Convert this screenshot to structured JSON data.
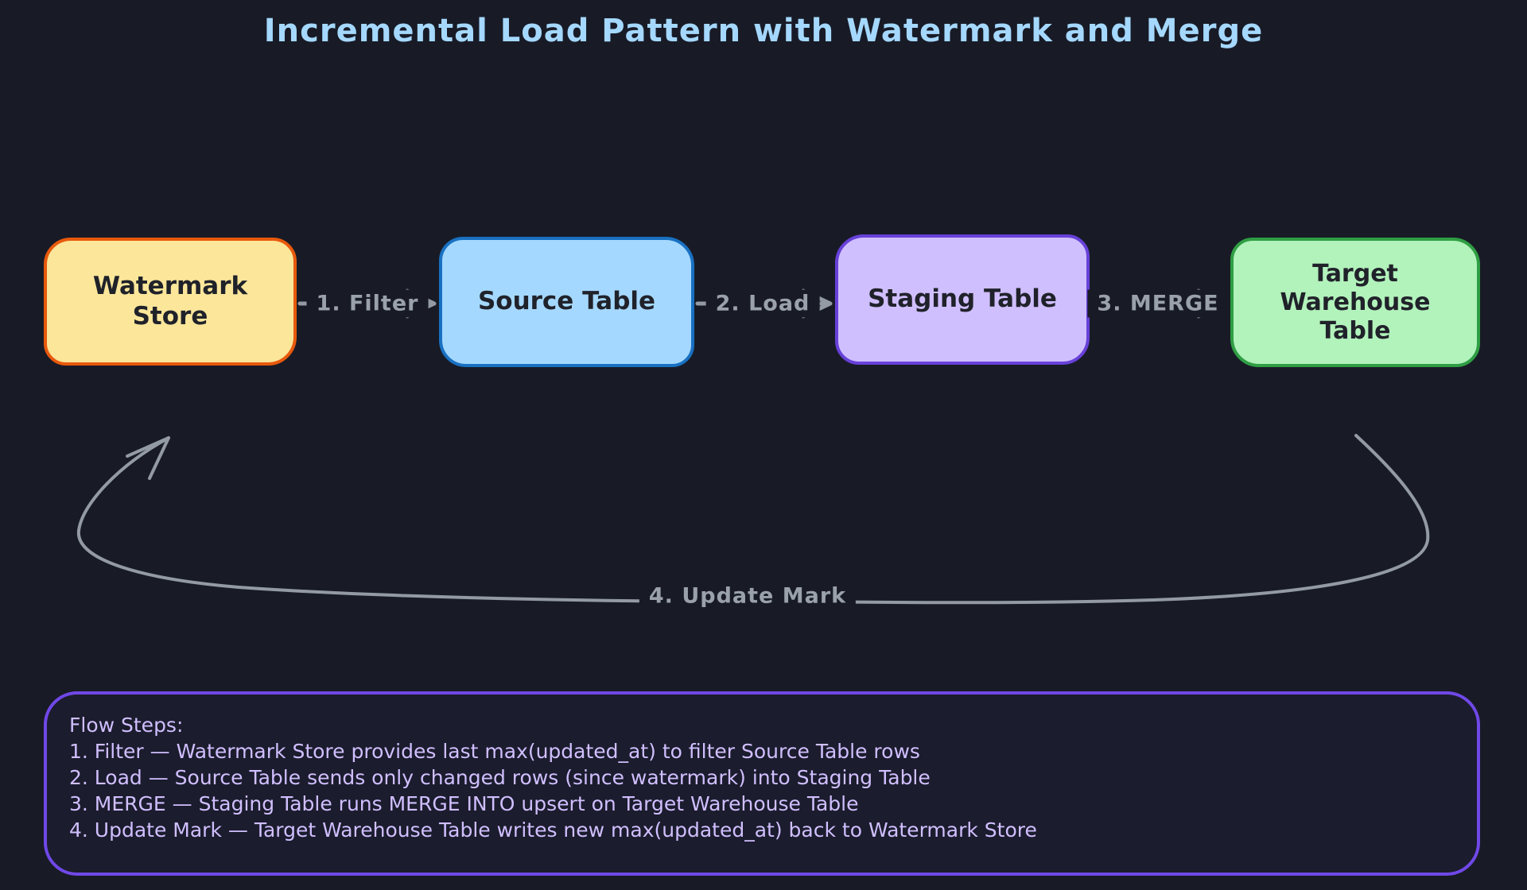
{
  "title": "Incremental Load Pattern with Watermark and Merge",
  "nodes": [
    {
      "id": "watermark-store",
      "label": "Watermark Store"
    },
    {
      "id": "source-table",
      "label": "Source Table"
    },
    {
      "id": "staging-table",
      "label": "Staging Table"
    },
    {
      "id": "target-warehouse-table",
      "label": "Target Warehouse Table"
    }
  ],
  "arrows": [
    {
      "label": "1. Filter",
      "from": "Watermark Store",
      "to": "Source Table"
    },
    {
      "label": "2. Load",
      "from": "Source Table",
      "to": "Staging Table"
    },
    {
      "label": "3. MERGE",
      "from": "Staging Table",
      "to": "Target Warehouse Table"
    },
    {
      "label": "4. Update Mark",
      "from": "Target Warehouse Table",
      "to": "Watermark Store"
    }
  ],
  "panel": {
    "heading": "Flow Steps:",
    "steps": [
      "1. Filter — Watermark Store provides last max(updated_at) to filter Source Table rows",
      "2. Load — Source Table sends only changed rows (since watermark) into Staging Table",
      "3. MERGE — Staging Table runs MERGE INTO upsert on Target Warehouse Table",
      "4. Update Mark — Target Warehouse Table writes new max(updated_at) back to Watermark Store"
    ]
  },
  "theme": {
    "bg": "#181b26",
    "title": "#a5d8ff",
    "gray": "#9aa1ab",
    "arrowStroke": "#939aa4",
    "yellowFill": "#fbe69a",
    "yellowBorder": "#e8590c",
    "blueFill": "#a5d8ff",
    "blueBorder": "#1971c2",
    "purpleFill": "#d0bfff",
    "purpleBorder": "#6741d9",
    "greenFill": "#b2f2bb",
    "greenBorder": "#2f9e44",
    "panelBorder": "#7048e8",
    "panelText": "#d0bfff"
  }
}
